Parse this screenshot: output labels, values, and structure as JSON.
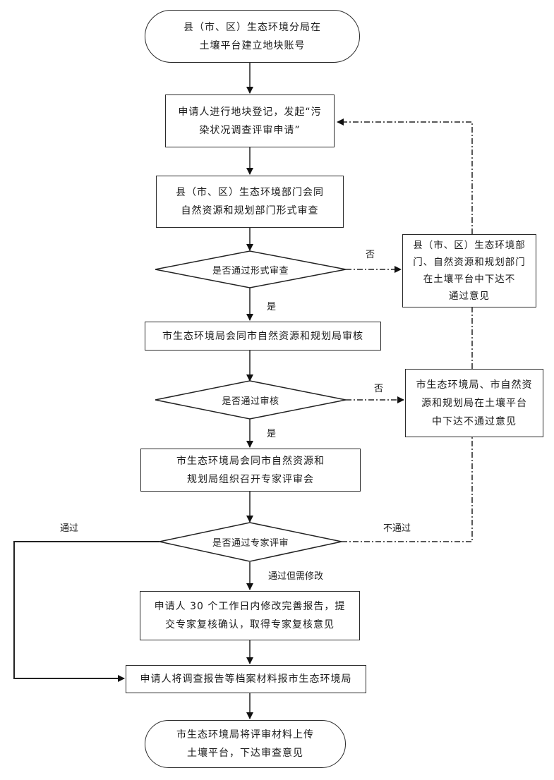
{
  "diagram": {
    "start": "县（市、区）生态环境分局在\n土壤平台建立地块账号",
    "step_register": "申请人进行地块登记，发起“污\n染状况调查评审申请”",
    "step_formal_review": "县（市、区）生态环境部门会同\n自然资源和规划部门形式审查",
    "decision_formal": "是否通过形式审查",
    "reject_formal": "县（市、区）生态环境部\n门、自然资源和规划部门\n在土壤平台中下达不\n通过意见",
    "step_city_review": "市生态环境局会同市自然资源和规划局审核",
    "decision_city": "是否通过审核",
    "reject_city": "市生态环境局、市自然资\n源和规划局在土壤平台\n中下达不通过意见",
    "step_expert_meeting": "市生态环境局会同市自然资源和\n规划局组织召开专家评审会",
    "decision_expert": "是否通过专家评审",
    "step_revise": "申请人 30 个工作日内修改完善报告，提\n交专家复核确认，取得专家复核意见",
    "step_submit": "申请人将调查报告等档案材料报市生态环境局",
    "end": "市生态环境局将评审材料上传\n土壤平台，下达审查意见",
    "labels": {
      "yes_formal": "是",
      "no_formal": "否",
      "yes_city": "是",
      "no_city": "否",
      "pass": "通过",
      "fail": "不通过",
      "pass_with_revision": "通过但需修改"
    }
  }
}
